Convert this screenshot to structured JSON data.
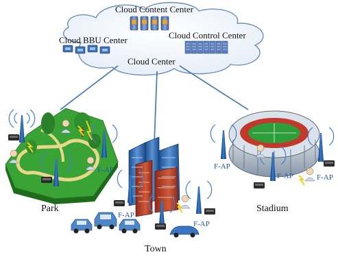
{
  "cloud": {
    "content_center": "Cloud Content Center",
    "bbu_center": "Cloud BBU Center",
    "control_center": "Cloud Control Center",
    "center": "Cloud Center"
  },
  "areas": {
    "park": "Park",
    "town": "Town",
    "stadium": "Stadium"
  },
  "fap_label": "F-AP",
  "colors": {
    "cloud_stroke": "#6f8fb6",
    "link_line": "#4f7fb4",
    "building_blue": "#2d63a8",
    "grass_green": "#3aa336",
    "stadium_field": "#2e9e3b",
    "stadium_track": "#c0392b",
    "car_blue": "#4f86c6",
    "fap_text": "#1f5aa8"
  }
}
